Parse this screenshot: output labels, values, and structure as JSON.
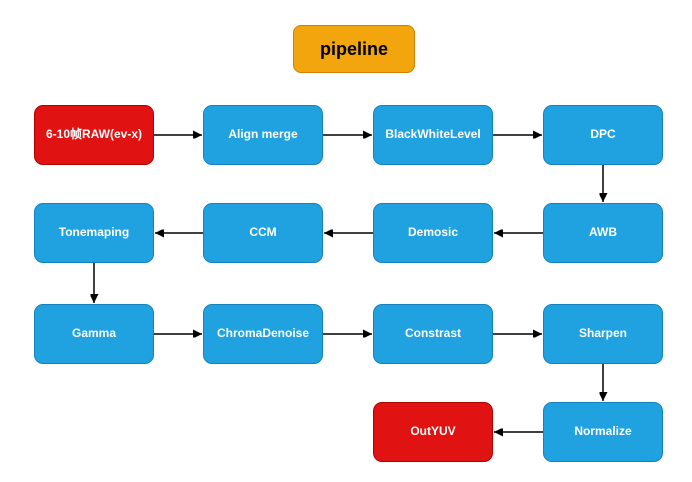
{
  "diagram": {
    "title": {
      "label": "pipeline"
    },
    "nodes": {
      "input": {
        "label": "6-10帧RAW(ev-x)",
        "type": "input",
        "color": "red"
      },
      "align_merge": {
        "label": "Align merge",
        "type": "stage",
        "color": "blue"
      },
      "black_white": {
        "label": "BlackWhiteLevel",
        "type": "stage",
        "color": "blue"
      },
      "dpc": {
        "label": "DPC",
        "type": "stage",
        "color": "blue"
      },
      "awb": {
        "label": "AWB",
        "type": "stage",
        "color": "blue"
      },
      "demosic": {
        "label": "Demosic",
        "type": "stage",
        "color": "blue"
      },
      "ccm": {
        "label": "CCM",
        "type": "stage",
        "color": "blue"
      },
      "tonemaping": {
        "label": "Tonemaping",
        "type": "stage",
        "color": "blue"
      },
      "gamma": {
        "label": "Gamma",
        "type": "stage",
        "color": "blue"
      },
      "chroma_denoise": {
        "label": "ChromaDenoise",
        "type": "stage",
        "color": "blue"
      },
      "constrast": {
        "label": "Constrast",
        "type": "stage",
        "color": "blue"
      },
      "sharpen": {
        "label": "Sharpen",
        "type": "stage",
        "color": "blue"
      },
      "normalize": {
        "label": "Normalize",
        "type": "stage",
        "color": "blue"
      },
      "outyuv": {
        "label": "OutYUV",
        "type": "output",
        "color": "red"
      }
    },
    "edges": [
      {
        "from": "input",
        "to": "align_merge"
      },
      {
        "from": "align_merge",
        "to": "black_white"
      },
      {
        "from": "black_white",
        "to": "dpc"
      },
      {
        "from": "dpc",
        "to": "awb"
      },
      {
        "from": "awb",
        "to": "demosic"
      },
      {
        "from": "demosic",
        "to": "ccm"
      },
      {
        "from": "ccm",
        "to": "tonemaping"
      },
      {
        "from": "tonemaping",
        "to": "gamma"
      },
      {
        "from": "gamma",
        "to": "chroma_denoise"
      },
      {
        "from": "chroma_denoise",
        "to": "constrast"
      },
      {
        "from": "constrast",
        "to": "sharpen"
      },
      {
        "from": "sharpen",
        "to": "normalize"
      },
      {
        "from": "normalize",
        "to": "outyuv"
      }
    ],
    "colors": {
      "stage_fill": "#20A1E0",
      "stage_border": "#1682BB",
      "io_fill": "#E01212",
      "io_border": "#B20000",
      "title_fill": "#F2A50C",
      "title_border": "#D17E00",
      "arrow": "#000000",
      "stage_text": "#FFFFFF",
      "title_text": "#000000",
      "background": "#FFFFFF"
    }
  }
}
